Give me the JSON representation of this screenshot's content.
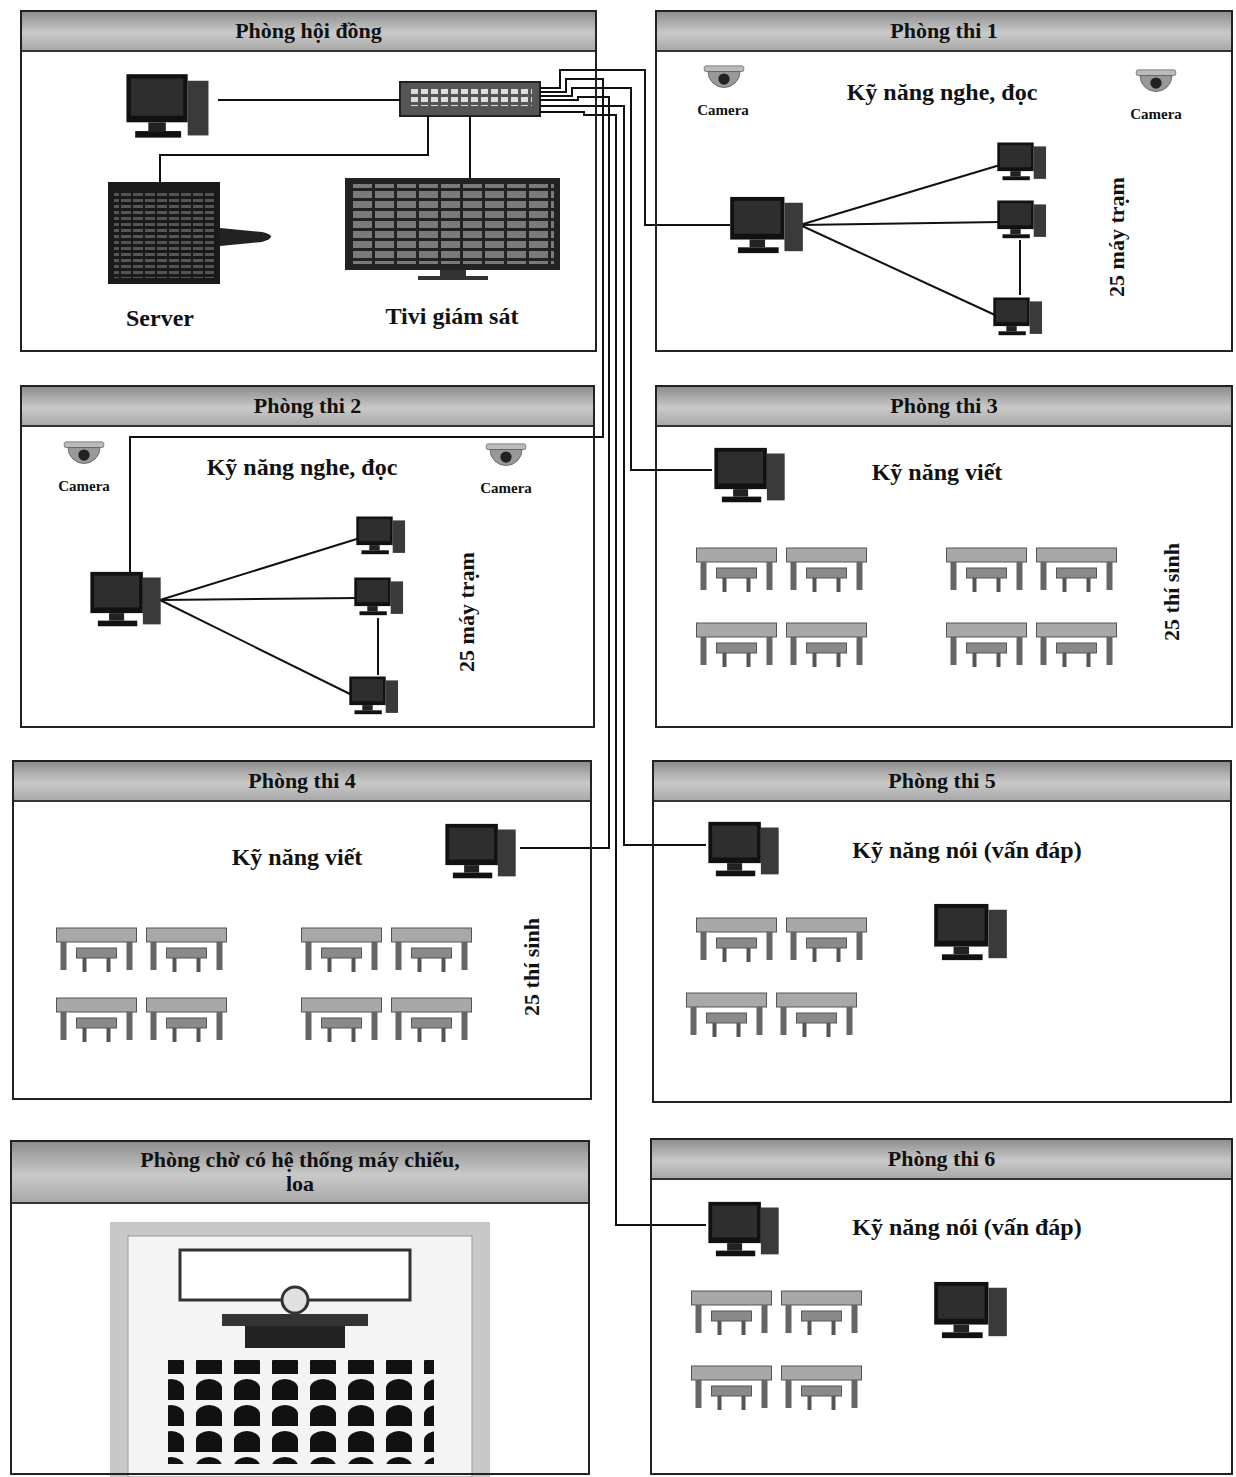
{
  "diagram": {
    "nodes": [
      {
        "text": [
          "Phòng hội đồng"
        ]
      },
      {
        "text": [
          "Phòng thi 1",
          "Kỹ năng nghe, đọc",
          "25 máy trạm"
        ]
      },
      {
        "text": [
          "Phòng thi 2",
          "Kỹ năng nghe, đọc",
          "25 máy trạm"
        ]
      },
      {
        "text": [
          "Phòng thi 3",
          "Kỹ năng viết",
          "25 thí sinh"
        ]
      },
      {
        "text": [
          "Phòng thi 4",
          "Kỹ năng viết",
          "25 thí sinh"
        ]
      },
      {
        "text": [
          "Phòng thi 5",
          "Kỹ năng nói (vấn đáp)"
        ]
      },
      {
        "text": [
          "Phòng chờ có hệ thống máy chiếu, loa"
        ]
      },
      {
        "text": [
          "Phòng thi 6",
          "Kỹ năng nói (vấn đáp)"
        ]
      }
    ],
    "edges": [
      {
        "from": 0,
        "to": 1,
        "arrow": "none"
      },
      {
        "from": 0,
        "to": 2,
        "arrow": "none"
      },
      {
        "from": 0,
        "to": 3,
        "arrow": "none"
      },
      {
        "from": 0,
        "to": 4,
        "arrow": "none"
      },
      {
        "from": 0,
        "to": 5,
        "arrow": "none"
      },
      {
        "from": 0,
        "to": 7,
        "arrow": "none"
      }
    ],
    "labels": [
      "Camera",
      "Camera",
      "Server",
      "Tivi giám sát",
      "Camera",
      "Camera"
    ]
  }
}
